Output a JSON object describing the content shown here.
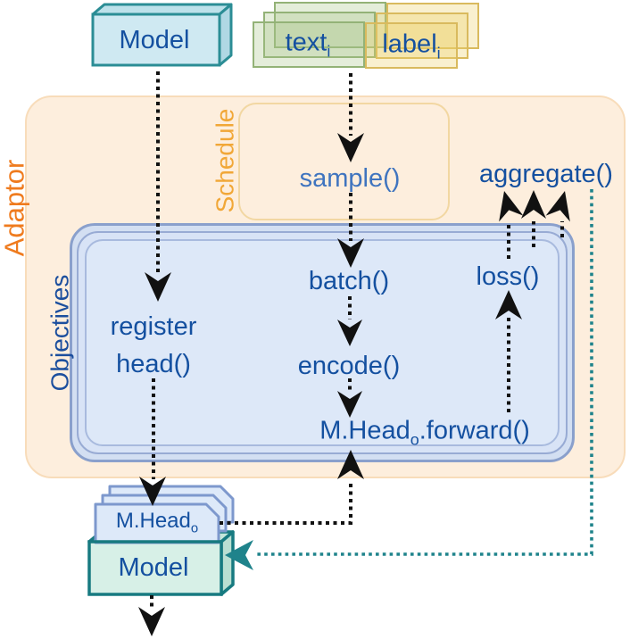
{
  "nodes": {
    "model_top": {
      "label": "Model"
    },
    "model_bottom": {
      "label": "Model"
    },
    "data_text": {
      "base": "text",
      "sub": "i"
    },
    "data_label": {
      "base": "label",
      "sub": "i"
    },
    "adaptor": {
      "label": "Adaptor"
    },
    "schedule": {
      "label": "Schedule",
      "sample": "sample()"
    },
    "aggregate": {
      "label": "aggregate()"
    },
    "objectives": {
      "label": "Objectives",
      "register_line1": "register",
      "register_line2": "head()",
      "batch": "batch()",
      "encode": "encode()",
      "loss": "loss()",
      "forward_base": "M.Head",
      "forward_sub": "o",
      "forward_rest": ".forward()"
    },
    "mhead_stack": {
      "base": "M.Head",
      "sub": "o"
    }
  },
  "colors": {
    "adaptor_fill": "#fdeedd",
    "adaptor_border": "#f8dcba",
    "adaptor_label": "#ef7b1e",
    "schedule_border": "#f2d7a2",
    "schedule_label": "#f1a737",
    "objectives_fill": "#dde8f8",
    "objectives_border": "#8aa0cc",
    "dark_blue_text": "#1450a0",
    "sample_text": "#3f74bf",
    "green_box_border": "#93b277",
    "yellow_box_border": "#d9ba5e",
    "model_top_fill": "#cfe9f2",
    "model_top_border": "#2b8d95",
    "model_bottom_fill": "#d7f0e7",
    "model_bottom_border": "#177a80",
    "head_card_fill": "#dde9f9",
    "head_card_border": "#7d98cd",
    "black_arrow": "#111111",
    "teal_arrow": "#1f838b"
  }
}
